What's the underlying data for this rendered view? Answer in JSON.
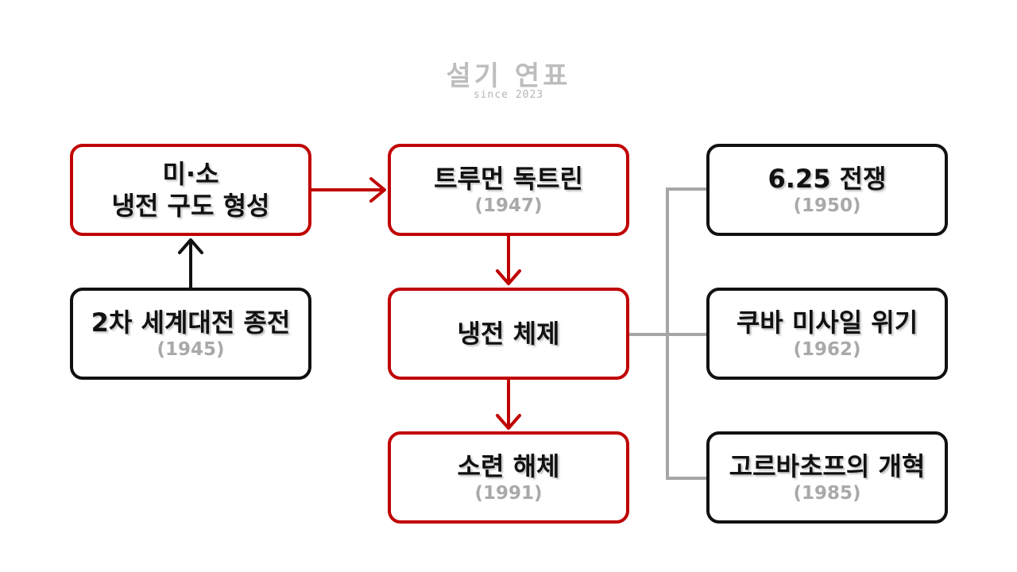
{
  "logo": {
    "title": "설기 연표",
    "subtitle": "since 2023"
  },
  "colors": {
    "flow_red": "#c00000",
    "border_black": "#111111",
    "branch_gray": "#a6a6a6",
    "year_gray": "#a9a9a9"
  },
  "nodes": {
    "cold_war_structure": {
      "title": "미·소\n냉전 구도 형성"
    },
    "ww2_end": {
      "title": "2차 세계대전 종전",
      "year": "(1945)"
    },
    "truman_doctrine": {
      "title": "트루먼 독트린",
      "year": "(1947)"
    },
    "cold_war_system": {
      "title": "냉전 체제"
    },
    "ussr_dissolution": {
      "title": "소련 해체",
      "year": "(1991)"
    },
    "korean_war": {
      "title": "6.25 전쟁",
      "year": "(1950)"
    },
    "cuban_missile_crisis": {
      "title": "쿠바 미사일 위기",
      "year": "(1962)"
    },
    "gorbachev_reform": {
      "title": "고르바초프의 개혁",
      "year": "(1985)"
    }
  }
}
